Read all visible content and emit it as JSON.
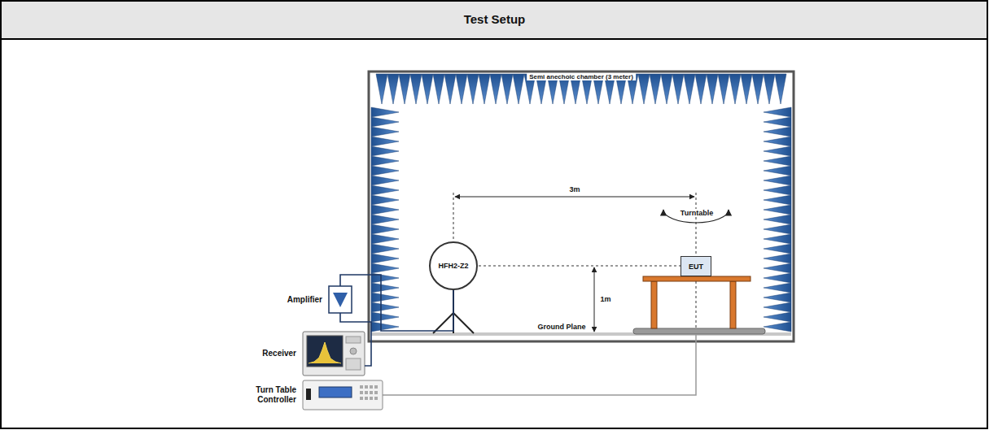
{
  "diagram": {
    "title": "Test Setup",
    "nodes": [
      {
        "text": [
          "Semi anechoic chamber (3 meter)"
        ]
      },
      {
        "text": [
          "HFH2-Z2"
        ],
        "in": 0
      },
      {
        "text": [
          "EUT"
        ],
        "in": 0
      },
      {
        "text": [
          "Amplifier"
        ]
      },
      {
        "text": [
          "Receiver"
        ]
      },
      {
        "text": [
          "Turn Table Controller"
        ]
      }
    ],
    "edges": [
      {
        "from": 1,
        "to": 3,
        "arrow": "none"
      },
      {
        "from": 3,
        "to": 4,
        "arrow": "none"
      }
    ],
    "labels": [
      "3m",
      "Turntable",
      "1m",
      "Ground Plane"
    ]
  }
}
